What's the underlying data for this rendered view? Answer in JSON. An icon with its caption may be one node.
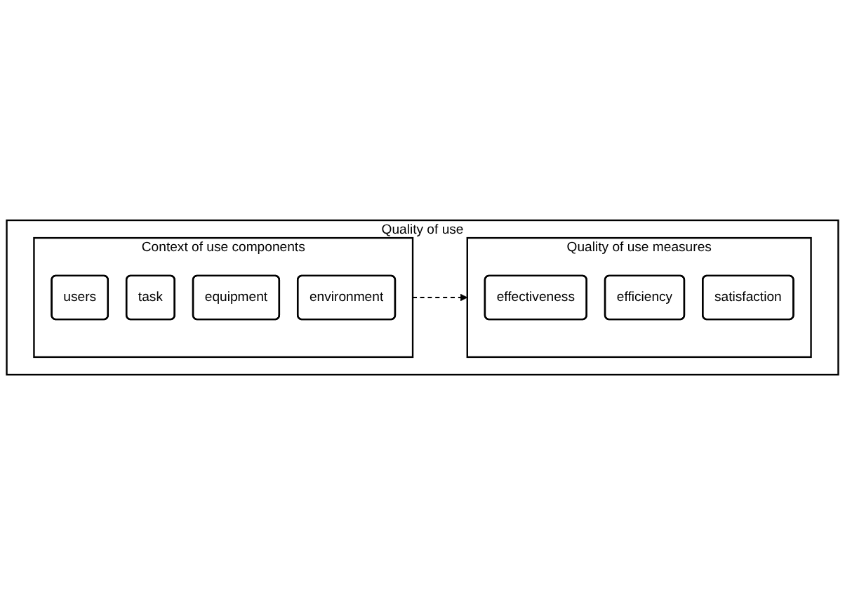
{
  "diagram": {
    "nodes": [
      {
        "text": [
          "Quality of use"
        ]
      },
      {
        "text": [
          "Context of use components"
        ],
        "in": 0
      },
      {
        "text": [
          "users"
        ],
        "in": 1
      },
      {
        "text": [
          "task"
        ],
        "in": 1
      },
      {
        "text": [
          "equipment"
        ],
        "in": 1
      },
      {
        "text": [
          "environment"
        ],
        "in": 1
      },
      {
        "text": [
          "Quality of use measures"
        ],
        "in": 0
      },
      {
        "text": [
          "effectiveness"
        ],
        "in": 6
      },
      {
        "text": [
          "efficiency"
        ],
        "in": 6
      },
      {
        "text": [
          "satisfaction"
        ],
        "in": 6
      }
    ],
    "edges": [
      {
        "from": 1,
        "to": 6,
        "arrow": "to",
        "style": "dashed"
      }
    ]
  }
}
